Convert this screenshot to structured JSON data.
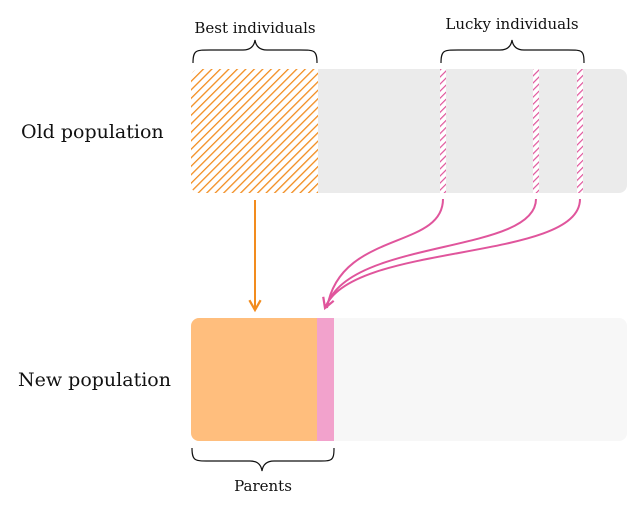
{
  "labels": {
    "old_population": "Old population",
    "new_population": "New population",
    "best_individuals": "Best individuals",
    "lucky_individuals": "Lucky individuals",
    "parents": "Parents"
  },
  "colors": {
    "old_bar": "#ebebeb",
    "new_bar": "#f7f7f7",
    "best": "#f28c1e",
    "best_fill": "#ffbe7d",
    "lucky": "#e0559c",
    "lucky_fill": "#f2a2cc",
    "brace": "#111111"
  }
}
